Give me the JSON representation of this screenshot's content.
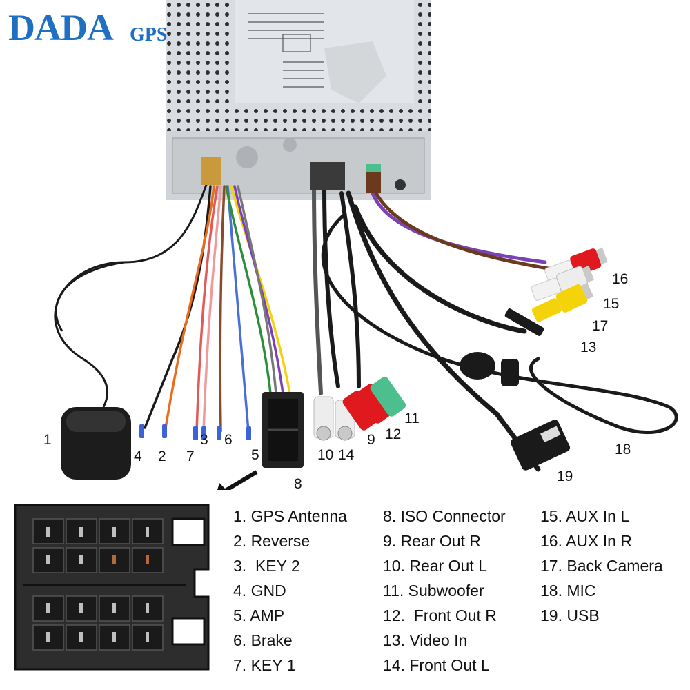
{
  "logo": {
    "text": "DADA",
    "sub": "GPS"
  },
  "photo_labels": {
    "n1": "1",
    "n2": "2",
    "n3": "3",
    "n4": "4",
    "n5": "5",
    "n6": "6",
    "n7": "7",
    "n8": "8",
    "n9": "9",
    "n10": "10",
    "n11": "11",
    "n12": "12",
    "n13": "13",
    "n14": "14",
    "n15": "15",
    "n16": "16",
    "n17": "17",
    "n18": "18",
    "n19": "19"
  },
  "legend": {
    "col1": [
      "1. GPS Antenna",
      "2. Reverse",
      "3.  KEY 2",
      "4. GND",
      "5. AMP",
      "6. Brake",
      "7. KEY 1"
    ],
    "col2": [
      "8. ISO Connector",
      "9. Rear Out R",
      "10. Rear Out L",
      "11. Subwoofer",
      "12.  Front Out R",
      "13. Video In",
      "14. Front Out L"
    ],
    "col3": [
      "15. AUX In L",
      "16. AUX In R",
      "17. Back Camera",
      "18. MIC",
      "19. USB"
    ]
  },
  "colors": {
    "logo_blue": "#1f6fc2",
    "rca_red": "#e0191e",
    "rca_white": "#f2f2f2",
    "rca_yellow": "#f4d30a",
    "rca_green": "#4dbf8e",
    "cable_black": "#1a1a1a"
  }
}
